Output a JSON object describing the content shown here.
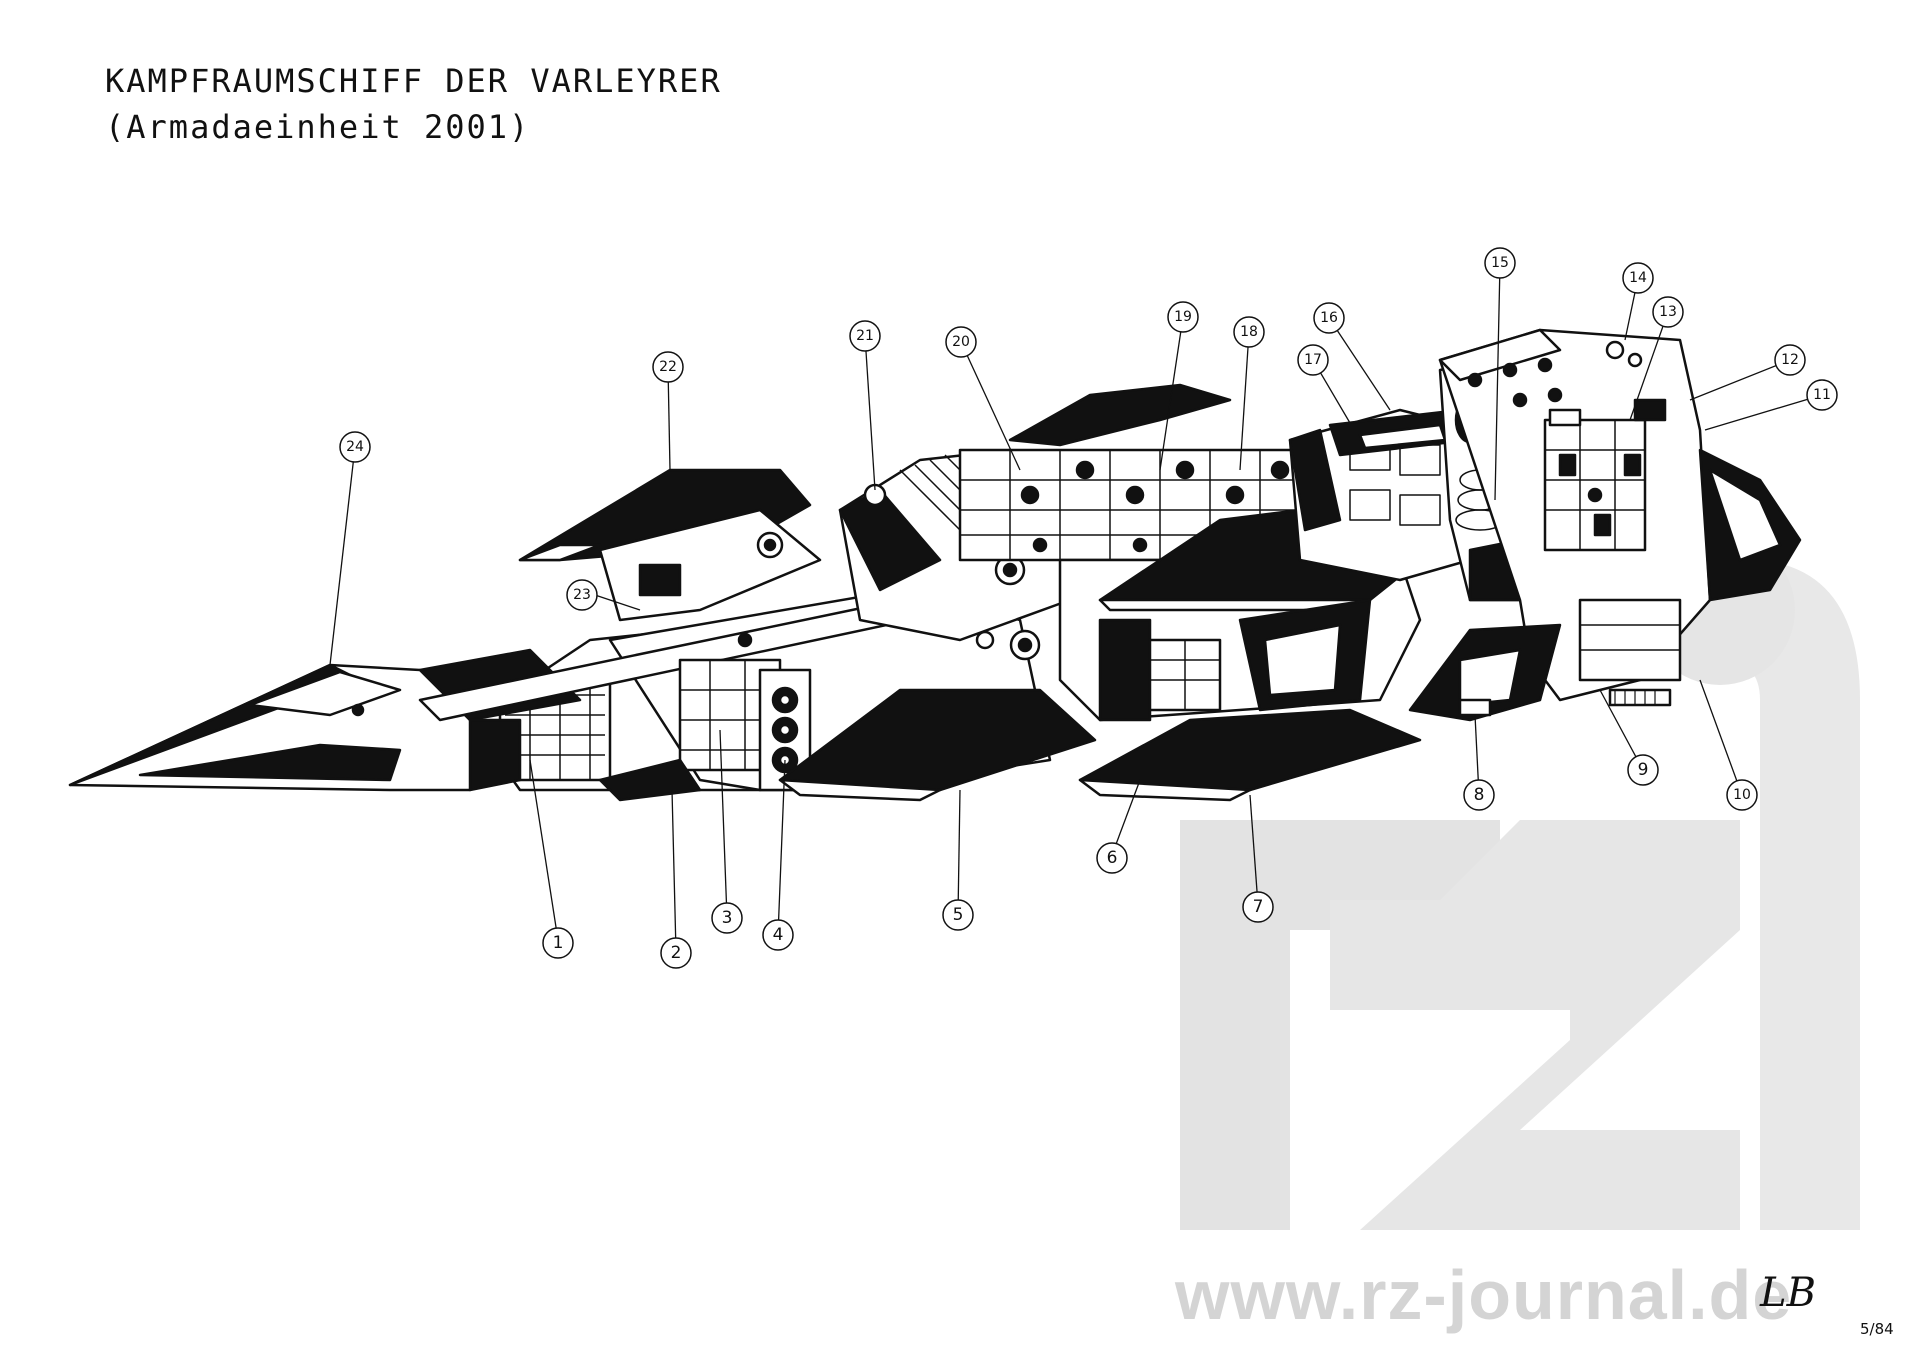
{
  "title": "KAMPFRAUMSCHIFF DER VARLEYRER",
  "subtitle": "(Armadaeinheit 2001)",
  "callouts": [
    "1",
    "2",
    "3",
    "4",
    "5",
    "6",
    "7",
    "8",
    "9",
    "10",
    "11",
    "12",
    "13",
    "14",
    "15",
    "16",
    "17",
    "18",
    "19",
    "20",
    "21",
    "22",
    "23",
    "24"
  ],
  "watermark": "www.rz-journal.de",
  "signature": {
    "initials": "LB",
    "date": "5/84"
  },
  "colors": {
    "ink": "#111111",
    "watermark": "#d4d4d4",
    "paper": "#ffffff"
  }
}
